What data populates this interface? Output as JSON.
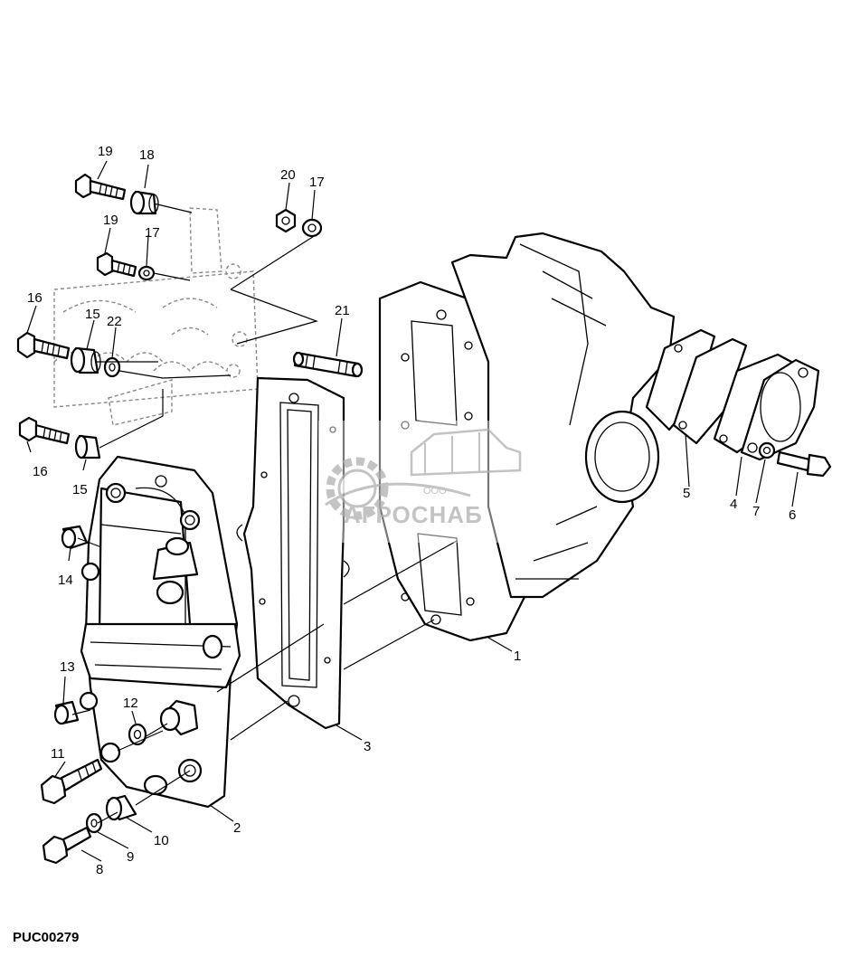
{
  "figure": {
    "code": "PUC00279",
    "watermark": {
      "prefix": "ООО",
      "name": "АГРОСНАБ"
    },
    "callouts": [
      "1",
      "2",
      "3",
      "4",
      "5",
      "6",
      "7",
      "8",
      "9",
      "10",
      "11",
      "12",
      "13",
      "14",
      "15",
      "15",
      "16",
      "16",
      "17",
      "17",
      "18",
      "19",
      "19",
      "20",
      "21",
      "22"
    ]
  },
  "colors": {
    "line": "#000000",
    "watermark": "#b9b9b9",
    "ghost": "#888888"
  }
}
